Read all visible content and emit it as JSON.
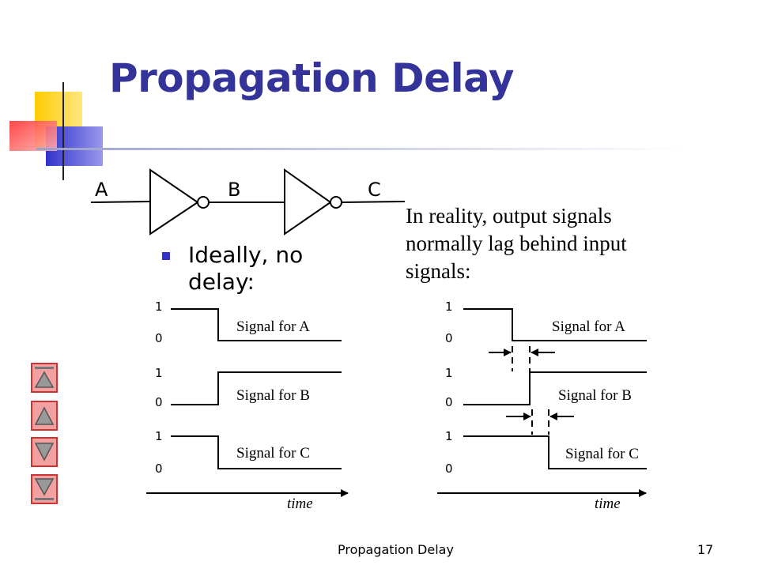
{
  "slide": {
    "title": "Propagation Delay",
    "footer_title": "Propagation Delay",
    "page_number": "17"
  },
  "circuit": {
    "node_a": "A",
    "node_b": "B",
    "node_c": "C"
  },
  "bullet_text": "Ideally, no delay:",
  "reality_text": "In reality, output signals normally lag behind input signals:",
  "ideal_diagram": {
    "signals": [
      {
        "label": "Signal for A",
        "high": "1",
        "low": "0"
      },
      {
        "label": "Signal for B",
        "high": "1",
        "low": "0"
      },
      {
        "label": "Signal for C",
        "high": "1",
        "low": "0"
      }
    ],
    "axis_label": "time"
  },
  "real_diagram": {
    "signals": [
      {
        "label": "Signal for A",
        "high": "1",
        "low": "0"
      },
      {
        "label": "Signal for B",
        "high": "1",
        "low": "0"
      },
      {
        "label": "Signal for C",
        "high": "1",
        "low": "0"
      }
    ],
    "axis_label": "time"
  },
  "nav_buttons": [
    {
      "name": "first-slide-button",
      "icon": "triangle-up-bar-icon"
    },
    {
      "name": "previous-slide-button",
      "icon": "triangle-up-icon"
    },
    {
      "name": "next-slide-button",
      "icon": "triangle-down-icon"
    },
    {
      "name": "last-slide-button",
      "icon": "triangle-down-bar-icon"
    }
  ],
  "colors": {
    "title": "#333399",
    "bullet": "#3333cc",
    "deco_yellow": "#ffcc00",
    "deco_blue": "#3333cc",
    "deco_red": "#ff3333",
    "nav_fill": "#f2a0a0",
    "nav_border": "#cc3333"
  }
}
